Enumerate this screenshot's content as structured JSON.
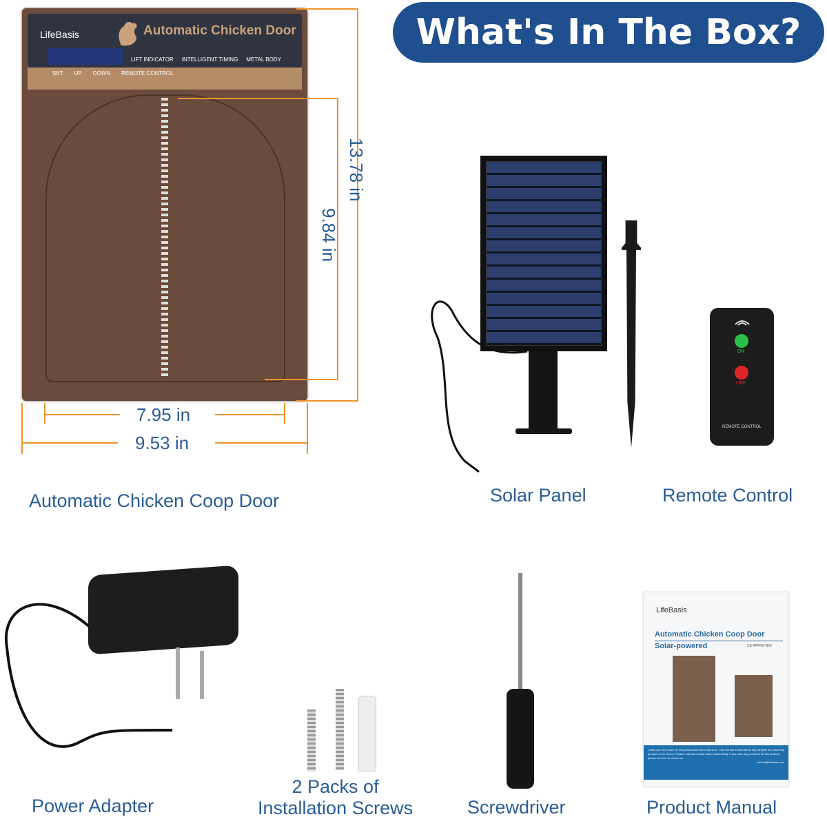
{
  "title": "What's In The Box?",
  "door": {
    "brand": "LifeBasis",
    "product_title": "Automatic Chicken Door",
    "features": [
      "LIFT INDICATOR",
      "INTELLIGENT TIMING",
      "METAL BODY"
    ],
    "buttons": [
      "SET",
      "UP",
      "DOWN",
      "REMOTE CONTROL"
    ],
    "dimensions": {
      "height_outer": "13.78 in",
      "height_inner": "9.84 in",
      "width_inner": "7.95 in",
      "width_outer": "9.53 in"
    },
    "label": "Automatic Chicken Coop Door"
  },
  "solar_panel": {
    "label": "Solar Panel"
  },
  "remote": {
    "label": "Remote Control",
    "on": "ON",
    "off": "OFF",
    "text": "REMOTE CONTROL"
  },
  "adapter": {
    "label": "Power Adapter"
  },
  "screws": {
    "label_line1": "2 Packs of",
    "label_line2": "Installation Screws"
  },
  "screwdriver": {
    "label": "Screwdriver"
  },
  "manual": {
    "label": "Product Manual",
    "brand": "LifeBasis",
    "title": "Automatic Chicken Coop Door",
    "subtitle": "Solar-powered",
    "badge": "CE APPROVED",
    "body": "Thank you very much for using this Automatic Coop Door. This manual is intended to help simplify the assembly process of the device. Please read the manual before assembling. If you have any problems for this product, please feel free to contact us.",
    "contact": "contact@lifebasis.com"
  },
  "colors": {
    "accent": "#1f4f8e",
    "label": "#2b5c97",
    "dimension": "#f0922e",
    "door": "#6b4b3c"
  }
}
